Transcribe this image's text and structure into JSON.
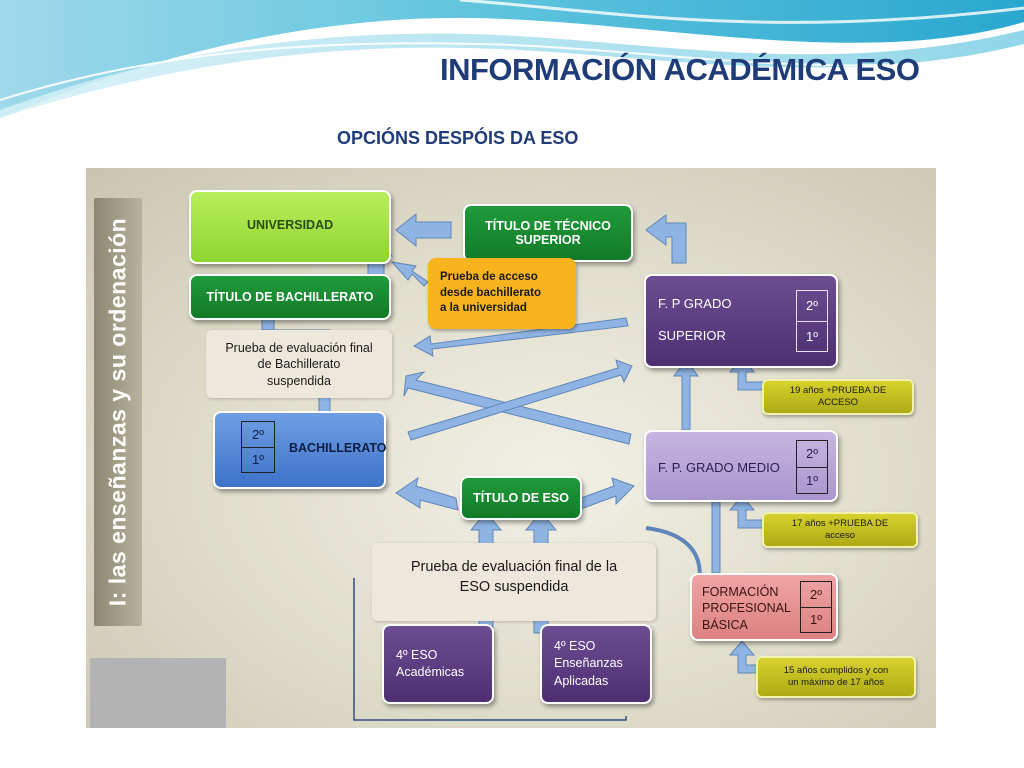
{
  "header": {
    "title": "INFORMACIÓN ACADÉMICA ESO",
    "subtitle": "OPCIÓNS DESPÓIS DA ESO"
  },
  "sidebar_label": "I: las enseñanzas y su ordenación",
  "nodes": {
    "universidad": "UNIVERSIDAD",
    "titulo_tecnico_superior": [
      "TÍTULO DE TÉCNICO",
      "SUPERIOR"
    ],
    "titulo_bachillerato": "TÍTULO DE BACHILLERATO",
    "prueba_acceso": [
      "Prueba de acceso",
      "desde bachillerato",
      "a la universidad"
    ],
    "prueba_bachillerato": [
      "Prueba de evaluación final",
      "de Bachillerato",
      "suspendida"
    ],
    "fp_grado_superior": [
      "F. P GRADO",
      "SUPERIOR"
    ],
    "bachillerato": "BACHILLERATO",
    "fp_grado_medio": "F. P. GRADO MEDIO",
    "titulo_eso": "TÍTULO DE ESO",
    "prueba_eso": [
      "Prueba de evaluación final de la",
      "ESO suspendida"
    ],
    "fp_basica": [
      "FORMACIÓN",
      "PROFESIONAL",
      "BÁSICA"
    ],
    "eso_academicas": [
      "4º ESO",
      "Académicas"
    ],
    "eso_aplicadas": [
      "4º ESO",
      "Enseñanzas",
      "Aplicadas"
    ]
  },
  "years": {
    "second": "2º",
    "first": "1º"
  },
  "requirements": {
    "superior": [
      "19 años +PRUEBA DE",
      "ACCESO"
    ],
    "medio": [
      "17 años +PRUEBA DE",
      "acceso"
    ],
    "basica": [
      "15 años cumplidos y con",
      "un máximo de 17 años"
    ]
  },
  "colors": {
    "title": "#1f3b78",
    "arrow": "#8fb4e3",
    "green_light": "#a4e24a",
    "green_dark": "#16852f",
    "blue": "#4f86d6",
    "purple": "#5c3d82",
    "lavender": "#b8a6d8",
    "pink": "#e69393",
    "orange": "#f9b31d",
    "yellow": "#c9c322"
  }
}
